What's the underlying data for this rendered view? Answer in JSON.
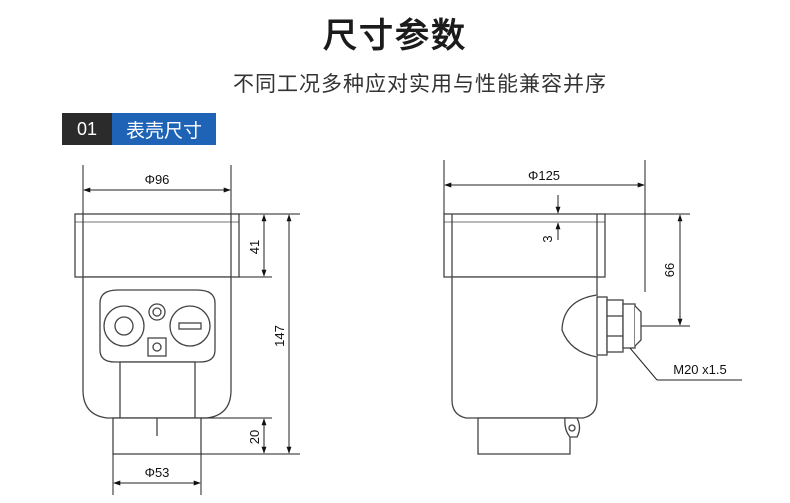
{
  "header": {
    "title": "尺寸参数",
    "subtitle": "不同工况多种应对实用与性能兼容并序"
  },
  "section": {
    "number": "01",
    "title": "表壳尺寸"
  },
  "front_view": {
    "width_label": "Φ96",
    "cap_height_label": "41",
    "total_height_label": "147",
    "neck_height_label": "20",
    "base_label": "Φ53"
  },
  "side_view": {
    "width_label": "Φ125",
    "lip_label": "3",
    "height_label": "66",
    "gland_label": "M20 x1.5"
  }
}
